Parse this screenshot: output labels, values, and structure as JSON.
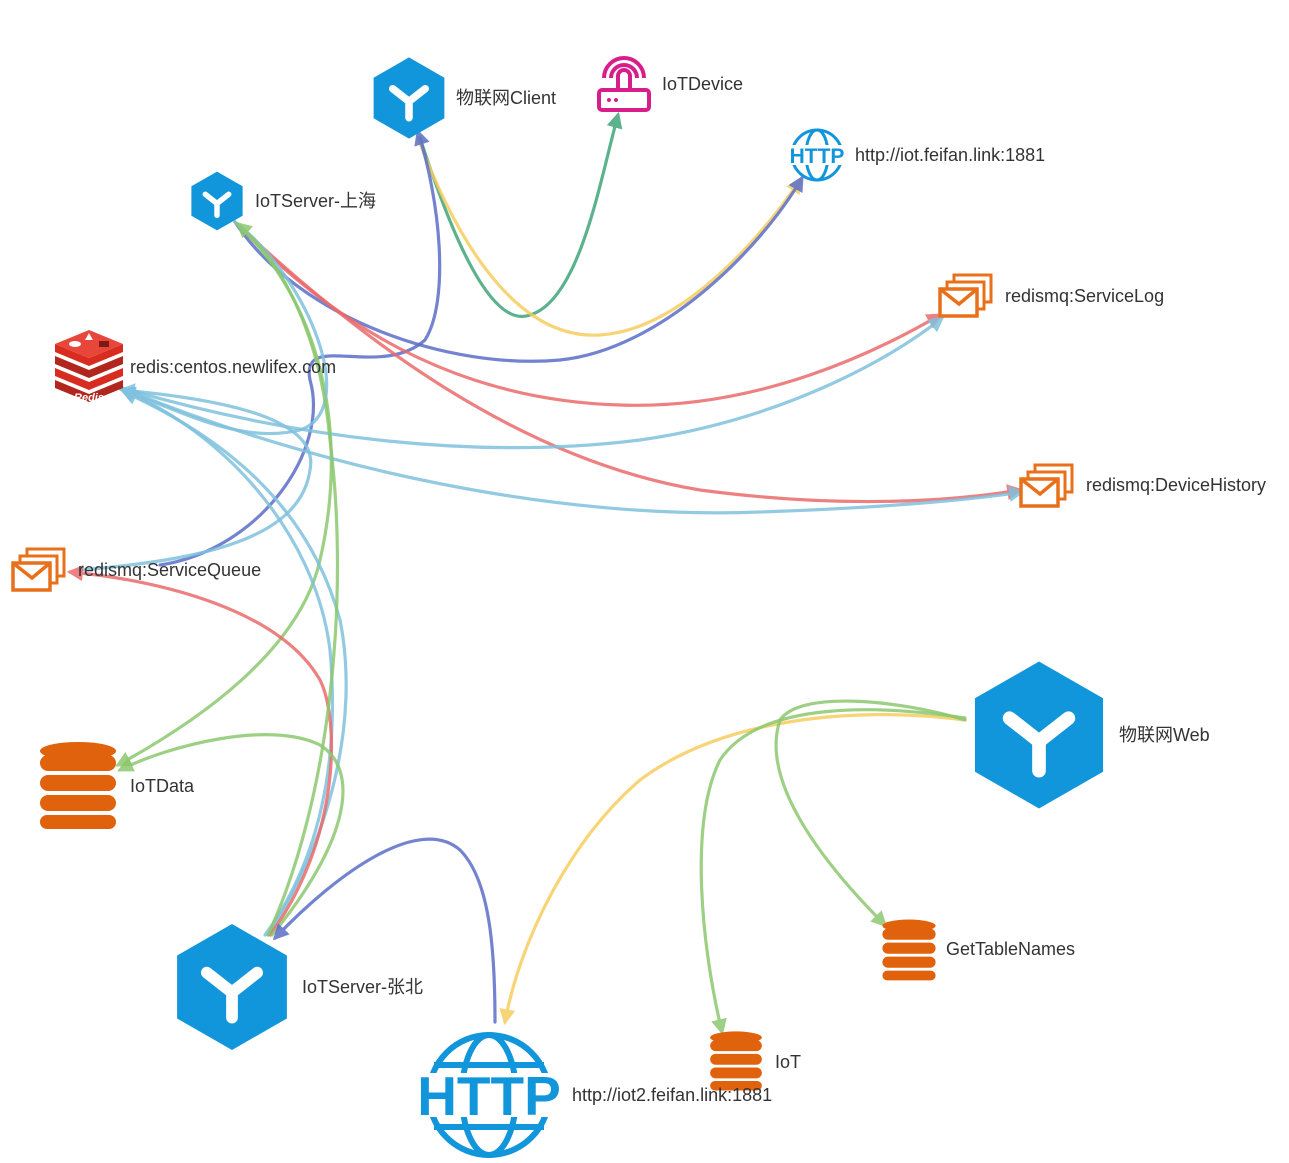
{
  "colors": {
    "service_blue": "#1296db",
    "device_pink": "#d81e8a",
    "mq_orange": "#e8701a",
    "db_orange": "#e0620d",
    "redis_red": "#d82c20",
    "edge_green": "#8cc86f",
    "edge_yellow": "#f6cd5f",
    "edge_teal": "#3fa57a",
    "edge_indigo": "#5b6ec8",
    "edge_red": "#ea6a6a",
    "edge_skyblue": "#7fc1de",
    "label": "#333333"
  },
  "nodes": {
    "client": {
      "label": "物联网Client",
      "icon": "cube-service-icon"
    },
    "iotdevice": {
      "label": "IoTDevice",
      "icon": "router-icon"
    },
    "http1": {
      "label": "http://iot.feifan.link:1881",
      "icon": "http-globe-icon",
      "icon_text": "HTTP"
    },
    "server_sh": {
      "label": "IoTServer-上海",
      "icon": "cube-service-icon"
    },
    "mq_log": {
      "label": "redismq:ServiceLog",
      "icon": "mail-stack-icon"
    },
    "redis": {
      "label": "redis:centos.newlifex.com",
      "icon": "redis-icon",
      "icon_text": "Redis"
    },
    "mq_hist": {
      "label": "redismq:DeviceHistory",
      "icon": "mail-stack-icon"
    },
    "mq_queue": {
      "label": "redismq:ServiceQueue",
      "icon": "mail-stack-icon"
    },
    "iotdata": {
      "label": "IoTData",
      "icon": "database-icon"
    },
    "web": {
      "label": "物联网Web",
      "icon": "cube-service-icon"
    },
    "gettables": {
      "label": "GetTableNames",
      "icon": "database-icon"
    },
    "server_zb": {
      "label": "IoTServer-张北",
      "icon": "cube-service-icon"
    },
    "iot": {
      "label": "IoT",
      "icon": "database-icon"
    },
    "http2": {
      "label": "http://iot2.feifan.link:1881",
      "icon": "http-globe-icon",
      "icon_text": "HTTP"
    }
  }
}
